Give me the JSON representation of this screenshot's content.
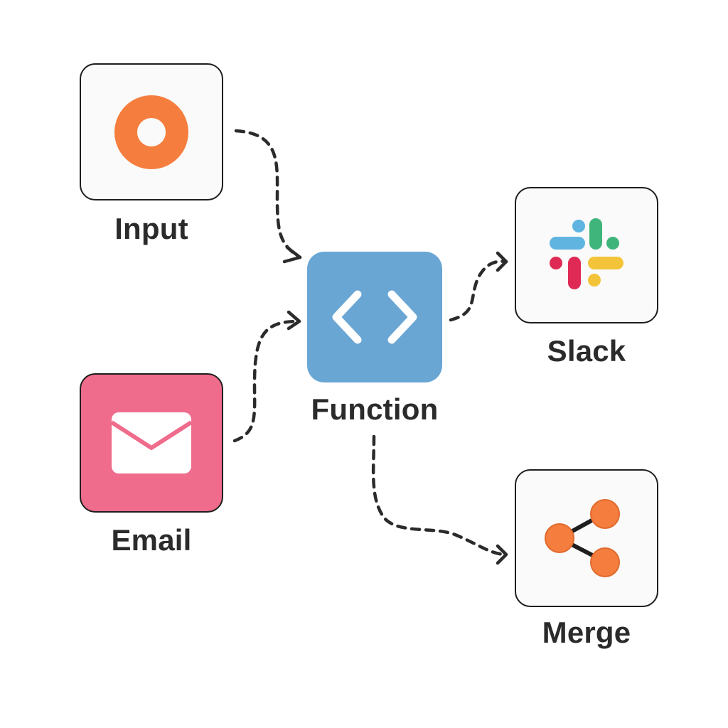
{
  "colors": {
    "input_icon": "#f57e3f",
    "email_box": "#ef6c8c",
    "function_box": "#6aa6d4",
    "merge_icon": "#f57e3f",
    "slack_blue": "#5fb4e0",
    "slack_green": "#3fb57b",
    "slack_red": "#de2a55",
    "slack_yellow": "#f3c43a",
    "edge": "#2b2b2b"
  },
  "nodes": {
    "input": {
      "label": "Input",
      "icon": "ring-icon"
    },
    "email": {
      "label": "Email",
      "icon": "envelope-icon"
    },
    "function": {
      "label": "Function",
      "icon": "code-brackets-icon"
    },
    "slack": {
      "label": "Slack",
      "icon": "slack-logo-icon"
    },
    "merge": {
      "label": "Merge",
      "icon": "share-icon"
    }
  },
  "edges": [
    {
      "from": "input",
      "to": "function"
    },
    {
      "from": "email",
      "to": "function"
    },
    {
      "from": "function",
      "to": "slack"
    },
    {
      "from": "function",
      "to": "merge"
    }
  ]
}
